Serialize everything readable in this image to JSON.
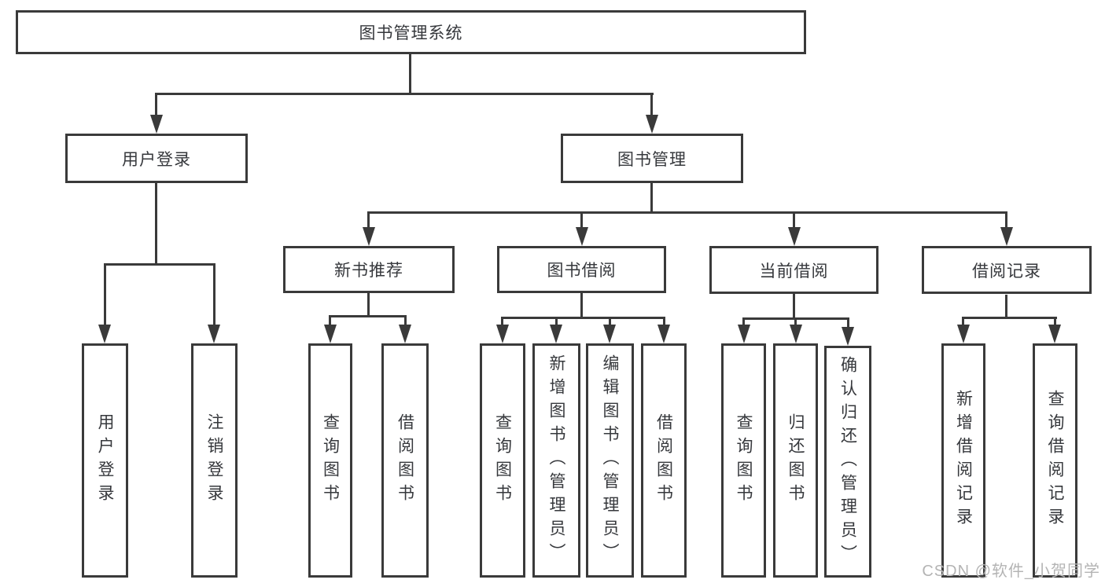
{
  "colors": {
    "line": "#3a3a3a",
    "text": "#36383c",
    "bg": "#ffffff",
    "watermark": "#b4b4b4"
  },
  "tree": {
    "label": "图书管理系统",
    "children": [
      {
        "label": "用户登录",
        "children": [
          {
            "label": "用户登录"
          },
          {
            "label": "注销登录"
          }
        ]
      },
      {
        "label": "图书管理",
        "children": [
          {
            "label": "新书推荐",
            "children": [
              {
                "label": "查询图书"
              },
              {
                "label": "借阅图书"
              }
            ]
          },
          {
            "label": "图书借阅",
            "children": [
              {
                "label": "查询图书"
              },
              {
                "label": "新增图书（管理员）"
              },
              {
                "label": "编辑图书（管理员）"
              },
              {
                "label": "借阅图书"
              }
            ]
          },
          {
            "label": "当前借阅",
            "children": [
              {
                "label": "查询图书"
              },
              {
                "label": "归还图书"
              },
              {
                "label": "确认归还（管理员）"
              }
            ]
          },
          {
            "label": "借阅记录",
            "children": [
              {
                "label": "新增借阅记录"
              },
              {
                "label": "查询借阅记录"
              }
            ]
          }
        ]
      }
    ]
  },
  "watermark": "CSDN @软件_小贺同学"
}
